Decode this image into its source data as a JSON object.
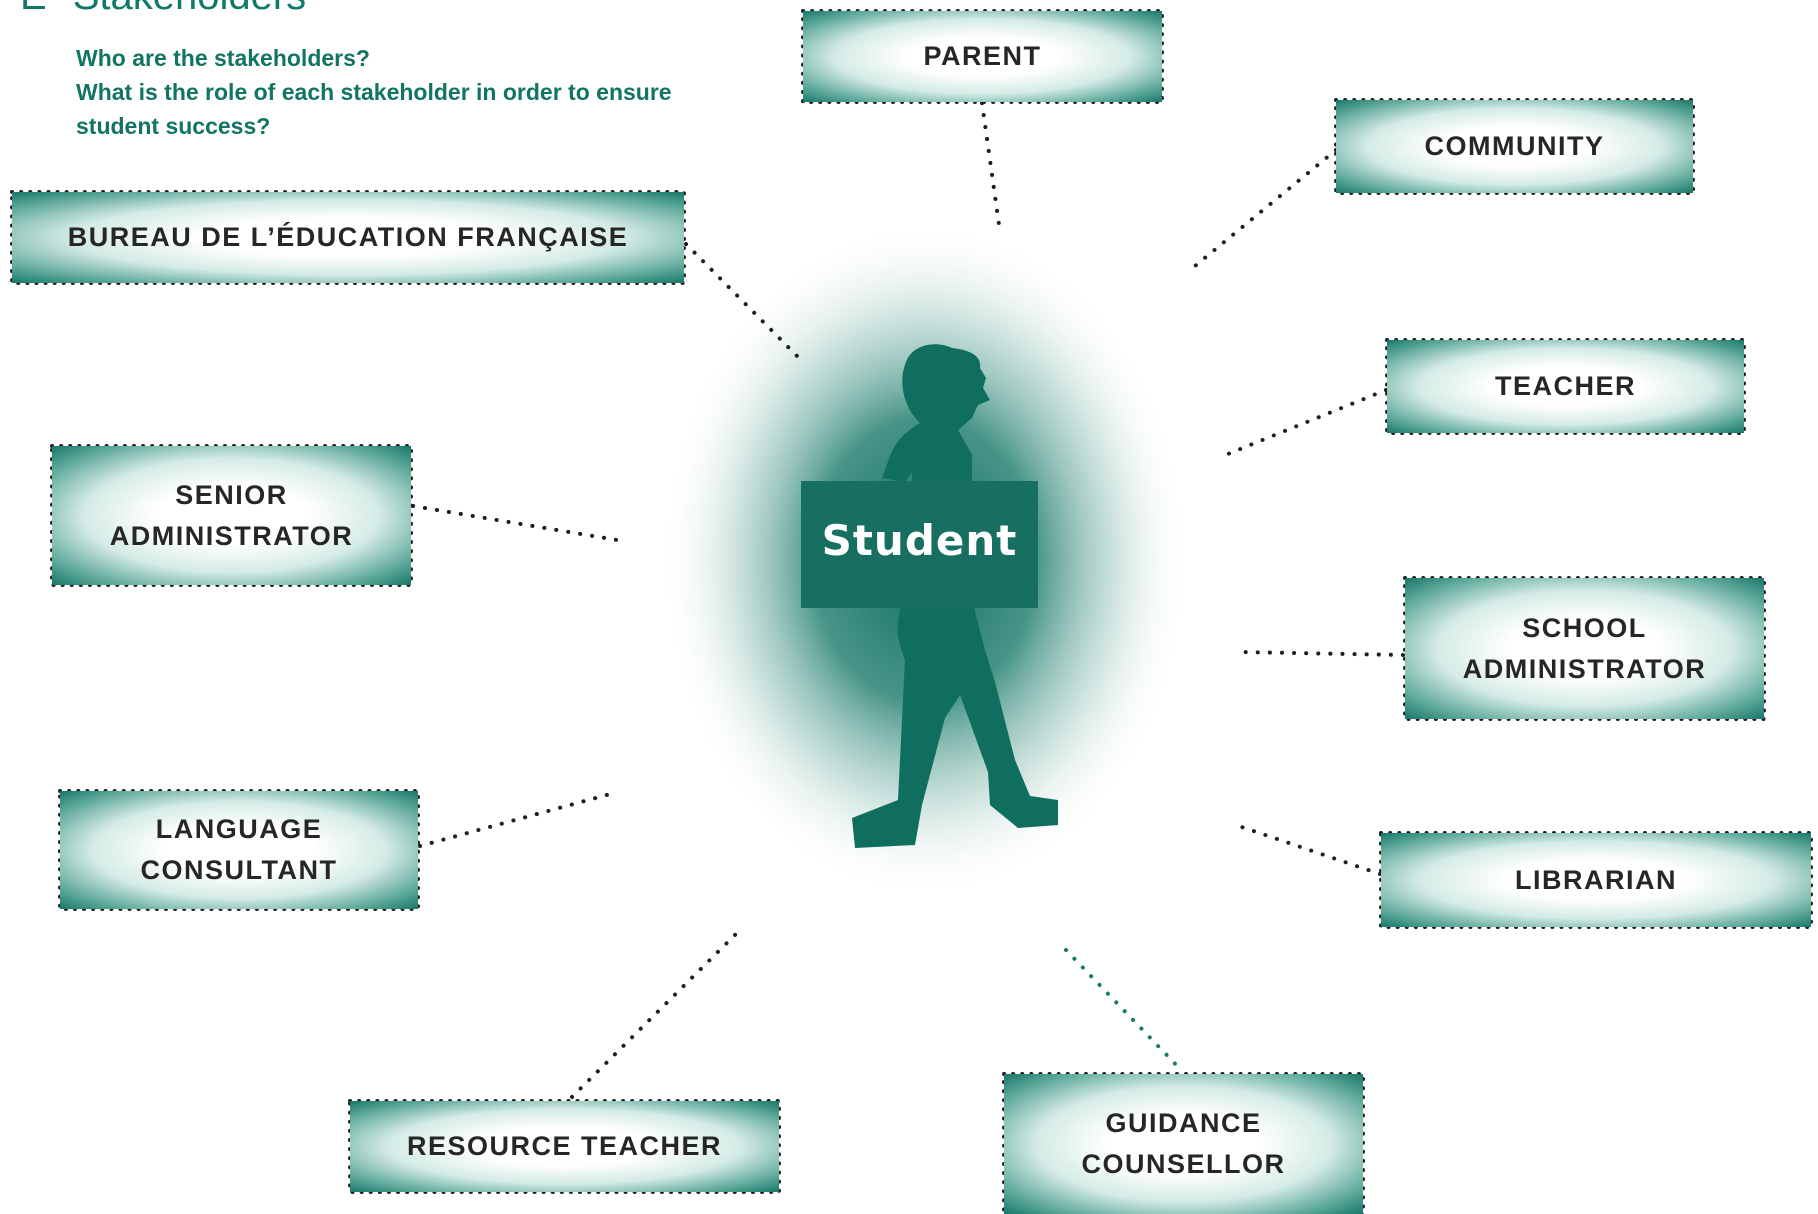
{
  "header": {
    "section_number": "E",
    "title": "Stakeholders",
    "questions": [
      "Who are the stakeholders?",
      "What is the role of each stakeholder in order to ensure student success?"
    ]
  },
  "center": {
    "label": "Student"
  },
  "stakeholders": [
    {
      "id": "parent",
      "lines": [
        "PARENT"
      ]
    },
    {
      "id": "community",
      "lines": [
        "COMMUNITY"
      ]
    },
    {
      "id": "bureau",
      "lines": [
        "BUREAU DE L’ÉDUCATION FRANÇAISE"
      ]
    },
    {
      "id": "teacher",
      "lines": [
        "TEACHER"
      ]
    },
    {
      "id": "senior-administrator",
      "lines": [
        "SENIOR",
        "ADMINISTRATOR"
      ]
    },
    {
      "id": "school-administrator",
      "lines": [
        "SCHOOL",
        "ADMINISTRATOR"
      ]
    },
    {
      "id": "language-consultant",
      "lines": [
        "LANGUAGE",
        "CONSULTANT"
      ]
    },
    {
      "id": "librarian",
      "lines": [
        "LIBRARIAN"
      ]
    },
    {
      "id": "resource-teacher",
      "lines": [
        "RESOURCE TEACHER"
      ]
    },
    {
      "id": "guidance-counsellor",
      "lines": [
        "GUIDANCE",
        "COUNSELLOR"
      ]
    }
  ],
  "colors": {
    "teal": "#1a7a6a",
    "dark_teal": "#0f6e5e",
    "title_green": "#0f7a68",
    "question_green": "#127462",
    "label_text": "#262626",
    "dotted_line": "#1f1f1f",
    "highlight_line": "#1a7a6a"
  }
}
